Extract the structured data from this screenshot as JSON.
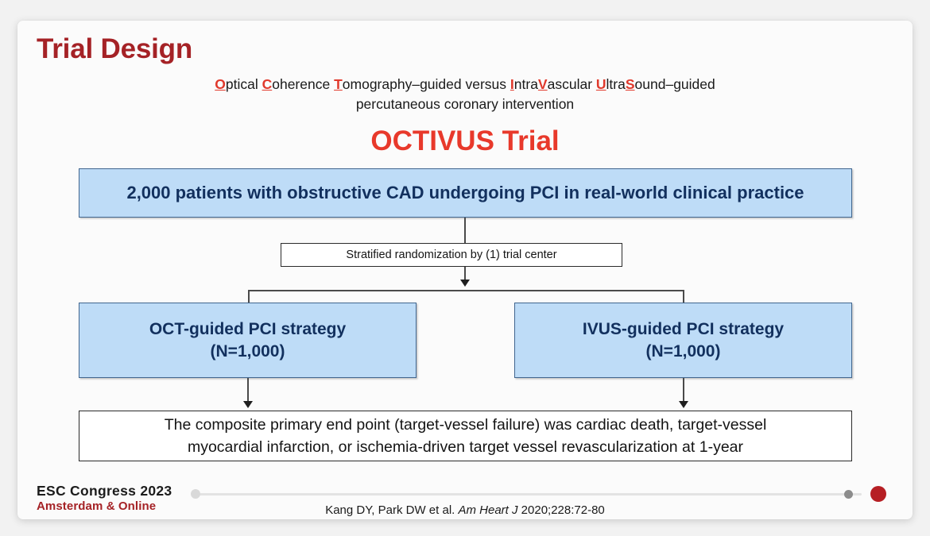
{
  "slide": {
    "title": "Trial Design",
    "subtitle": {
      "segments": [
        {
          "text": "O",
          "acronym": true
        },
        {
          "text": "ptical ",
          "acronym": false
        },
        {
          "text": "C",
          "acronym": true
        },
        {
          "text": "oherence ",
          "acronym": false
        },
        {
          "text": "T",
          "acronym": true
        },
        {
          "text": "omography–guided versus ",
          "acronym": false
        },
        {
          "text": "I",
          "acronym": true
        },
        {
          "text": "ntra",
          "acronym": false
        },
        {
          "text": "V",
          "acronym": true
        },
        {
          "text": "ascular ",
          "acronym": false
        },
        {
          "text": "U",
          "acronym": true
        },
        {
          "text": "ltra",
          "acronym": false
        },
        {
          "text": "S",
          "acronym": true
        },
        {
          "text": "ound–guided",
          "acronym": false
        }
      ],
      "line2": "percutaneous coronary intervention",
      "acronym_spelled": "OCTIVUS"
    },
    "trial_name": "OCTIVUS Trial"
  },
  "flow": {
    "enrollment": "2,000 patients with obstructive CAD undergoing PCI in real-world clinical practice",
    "randomization": "Stratified randomization by (1) trial center",
    "arms": [
      {
        "label": "OCT-guided PCI strategy",
        "n": "(N=1,000)"
      },
      {
        "label": "IVUS-guided PCI strategy",
        "n": "(N=1,000)"
      }
    ],
    "endpoint_line1": "The composite primary end point (target-vessel failure) was cardiac death, target-vessel",
    "endpoint_line2": "myocardial infarction, or ischemia-driven target vessel revascularization at 1-year"
  },
  "footer": {
    "logo_line1": "ESC Congress 2023",
    "logo_line2": "Amsterdam & Online",
    "citation": {
      "authors": "Kang DY, Park DW et al. ",
      "journal": "Am Heart J",
      "reference": " 2020;228:72-80"
    }
  },
  "colors": {
    "title_red": "#a52226",
    "trial_red": "#e8392b",
    "box_blue_fill": "#bedcf7",
    "box_blue_border": "#41668f",
    "box_navy_text": "#12305e",
    "accent_dot": "#b61f24"
  }
}
